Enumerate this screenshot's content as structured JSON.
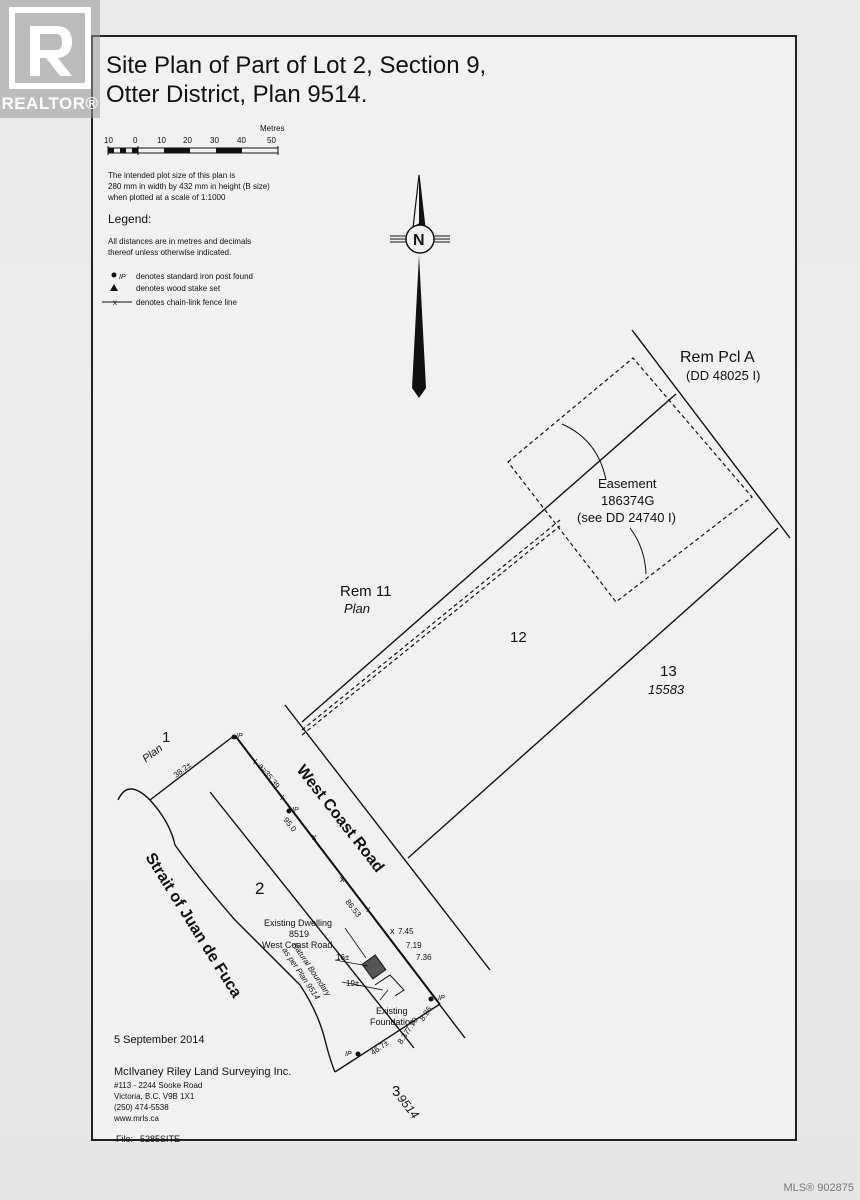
{
  "title": {
    "line1": "Site Plan of Part of Lot 2, Section 9,",
    "line2": "Otter District, Plan 9514."
  },
  "watermark": {
    "brand": "REALTOR®",
    "mls": "MLS® 902875"
  },
  "scale_bar": {
    "units": "Metres",
    "ticks": [
      "10",
      "0",
      "10",
      "20",
      "30",
      "40",
      "50"
    ]
  },
  "plot_note": [
    "The intended plot size of this plan is",
    "280 mm in width by 432 mm in height (B size)",
    "when plotted at a scale of 1:1000"
  ],
  "legend": {
    "heading": "Legend:",
    "note": [
      "All distances are in metres and decimals",
      "thereof unless otherwise indicated."
    ],
    "items": [
      {
        "symbol": "IP",
        "text": "denotes standard iron post found"
      },
      {
        "symbol": "triangle",
        "text": "denotes wood stake set"
      },
      {
        "symbol": "fence",
        "text": "denotes chain-link fence line"
      }
    ]
  },
  "north_arrow": {
    "label": "N"
  },
  "parcels": {
    "rem_pcl_a": "Rem Pcl A",
    "rem_pcl_a_ref": "(DD 48025 I)",
    "easement": "Easement",
    "easement_no": "186374G",
    "easement_ref": "(see DD 24740 I)",
    "rem_11": "Rem 11",
    "plan_word": "Plan",
    "lot_12": "12",
    "lot_13": "13",
    "plan_15583": "15583",
    "lot_1": "1",
    "lot_1_plan": "Plan",
    "lot_2": "2",
    "lot_3": "3",
    "plan_9514": "9514"
  },
  "features": {
    "road": "West Coast Road",
    "strait": "Strait of Juan de Fuca",
    "dwelling_line1": "Existing Dwelling",
    "dwelling_line2": "8519",
    "dwelling_line3": "West Coast Road",
    "natural_boundary_line1": "Natural Boundary",
    "natural_boundary_line2": "as per Plan 9514",
    "foundation_line1": "Existing",
    "foundation_line2": "Foundation"
  },
  "dimensions": {
    "north_width": "38.2±",
    "road_frontage_a": "a=35.39",
    "side_95": "95.0",
    "road_86": "86.53",
    "d_745": "7.45",
    "d_719": "7.19",
    "d_736": "7.36",
    "d_16": "16±",
    "d_19": "19±",
    "d_826": "8.26",
    "d_770": "7.70",
    "d_837": "8.37",
    "south_width": "46.7±",
    "ip": "IP"
  },
  "footer": {
    "date": "5 September 2014",
    "company": "McIlvaney Riley Land Surveying Inc.",
    "address1": "#113 - 2244 Sooke Road",
    "address2": "Victoria, B.C.  V9B 1X1",
    "phone": "(250) 474-5538",
    "web": "www.mrls.ca",
    "file_label": "File:",
    "file_value": "5285SITE"
  }
}
